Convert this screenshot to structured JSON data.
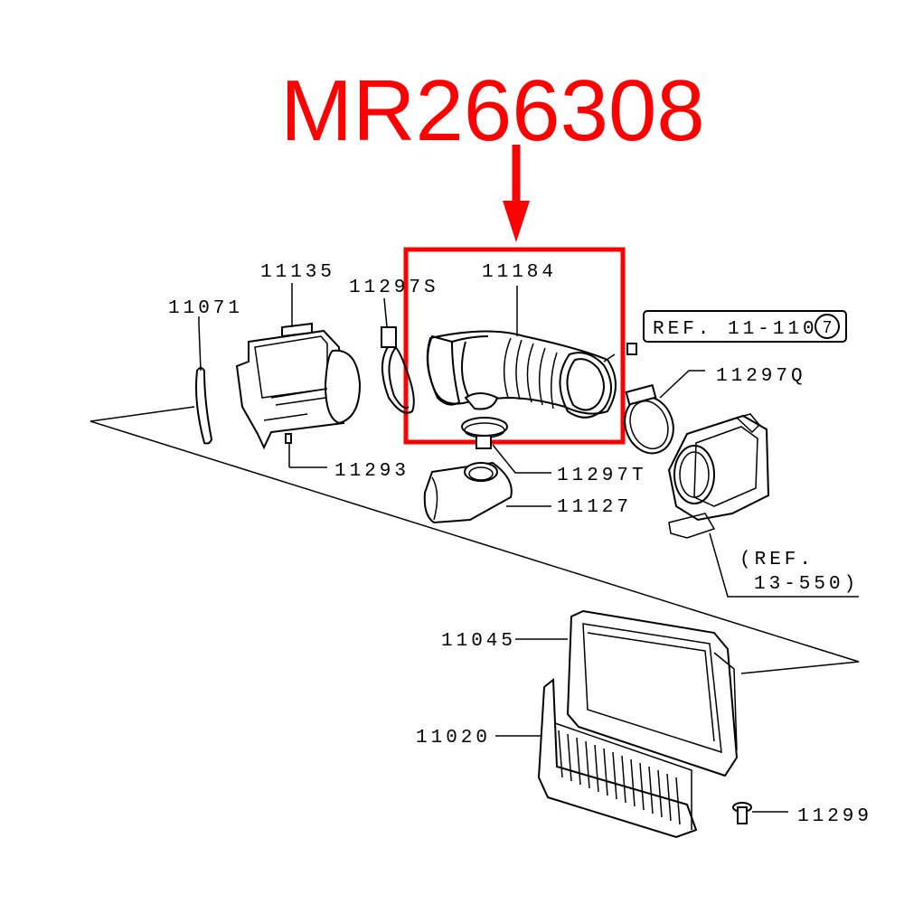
{
  "highlight": {
    "part_number": "MR266308",
    "color": "#ff0000"
  },
  "labels": {
    "p11071": "11071",
    "p11135": "11135",
    "p11297S": "11297S",
    "p11184": "11184",
    "ref_11_110": "REF. 11-110",
    "ref_11_110_circle": "7",
    "p11297Q": "11297Q",
    "p11293": "11293",
    "p11297T": "11297T",
    "p11127": "11127",
    "ref_13_550_a": "(REF.",
    "ref_13_550_b": "13-550)",
    "p11045": "11045",
    "p11020": "11020",
    "p11299": "11299"
  }
}
